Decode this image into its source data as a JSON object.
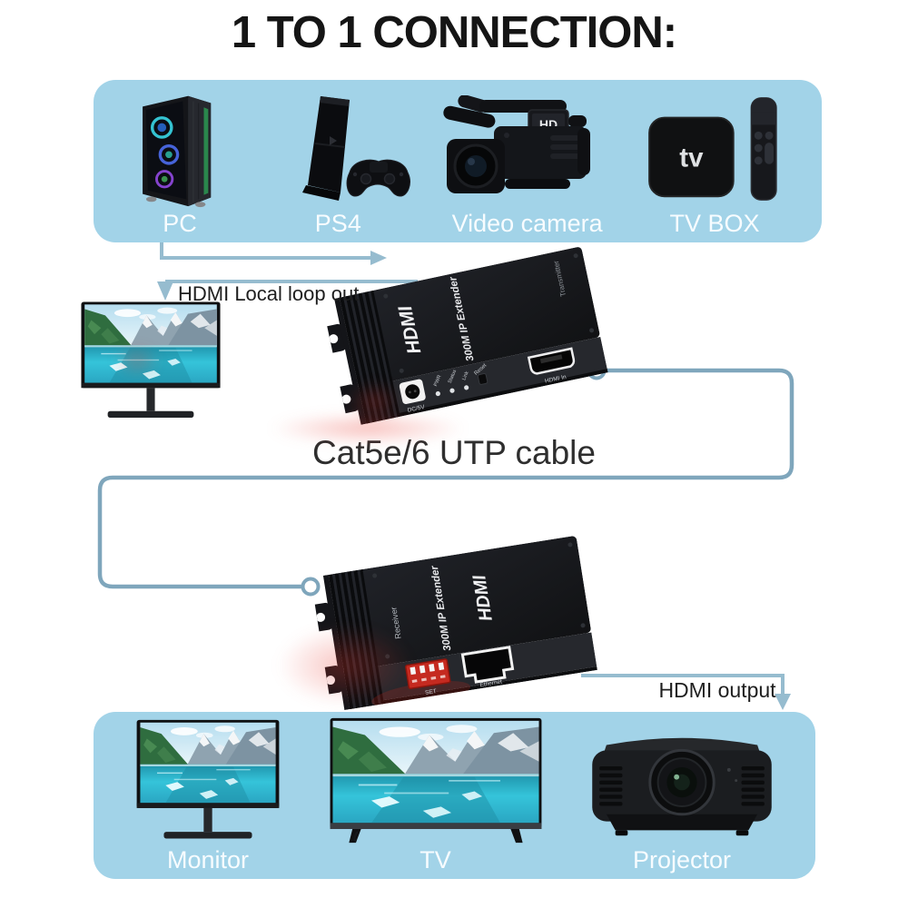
{
  "title": "1 TO 1 CONNECTION:",
  "top_panel": {
    "items": [
      {
        "label": "PC"
      },
      {
        "label": "PS4"
      },
      {
        "label": "Video camera"
      },
      {
        "label": "TV BOX"
      }
    ]
  },
  "bottom_panel": {
    "items": [
      {
        "label": "Monitor"
      },
      {
        "label": "TV"
      },
      {
        "label": "Projector"
      }
    ]
  },
  "annotations": {
    "hdmi_loop_out": "HDMI Local loop out",
    "utp_cable": "Cat5e/6 UTP cable",
    "hdmi_output": "HDMI output"
  },
  "transmitter": {
    "brand_logo": "HDMI",
    "model": "300M IP Extender",
    "role_label": "Transmitter",
    "power_label": "DC/5V",
    "led_labels": [
      "PWR",
      "Status",
      "Link"
    ],
    "reset_label": "Reset",
    "hdmi_in_label": "HDMI In"
  },
  "receiver": {
    "brand_logo": "HDMI",
    "model": "300M IP Extender",
    "role_label": "Receiver",
    "dip_label": "SET",
    "ethernet_label": "Ethernet"
  },
  "icons": {
    "tv_box_logo": "tv",
    "camera_screen_badge": "HD"
  },
  "colors": {
    "panel_bg": "#a2d3e8",
    "cable_line": "#7fa6bc",
    "arrow": "#96bccf",
    "title_text": "#151515",
    "annotation_text": "#1e1e1e",
    "device_body": "#17191c",
    "dip_switch_red": "#c52a20",
    "watermark": "#e8392f"
  }
}
